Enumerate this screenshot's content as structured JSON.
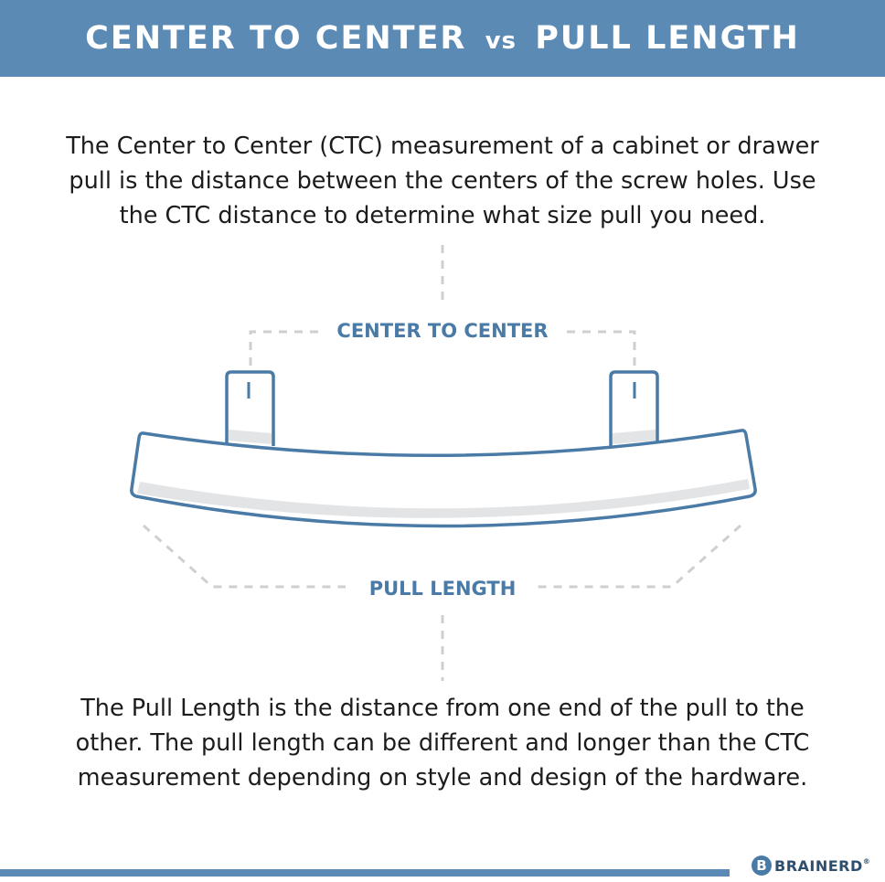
{
  "header": {
    "title_part1": "CENTER TO CENTER",
    "title_vs": "vs",
    "title_part2": "PULL LENGTH"
  },
  "intro_text": {
    "line1": "The Center to Center (CTC) measurement of a cabinet or drawer",
    "line2": "pull is the distance between the centers of the screw holes. Use",
    "line3": "the CTC distance to determine what size pull you need."
  },
  "diagram": {
    "ctc_label": "CENTER TO CENTER",
    "pull_length_label": "PULL LENGTH",
    "colors": {
      "outline": "#4a7aa6",
      "shadow": "#e3e4e6",
      "guide": "#cfcfcf",
      "label": "#4a7aa6"
    }
  },
  "outro_text": {
    "line1": "The Pull Length is the distance from one end of the pull to the",
    "line2": "other. The pull length can be different and longer than the CTC",
    "line3": "measurement depending on style and design of the hardware."
  },
  "footer": {
    "brand": "BRAINERD",
    "brand_mark": "B",
    "registered": "®",
    "colors": {
      "bar": "#5b8bb5",
      "brand": "#2e4f6e"
    }
  }
}
